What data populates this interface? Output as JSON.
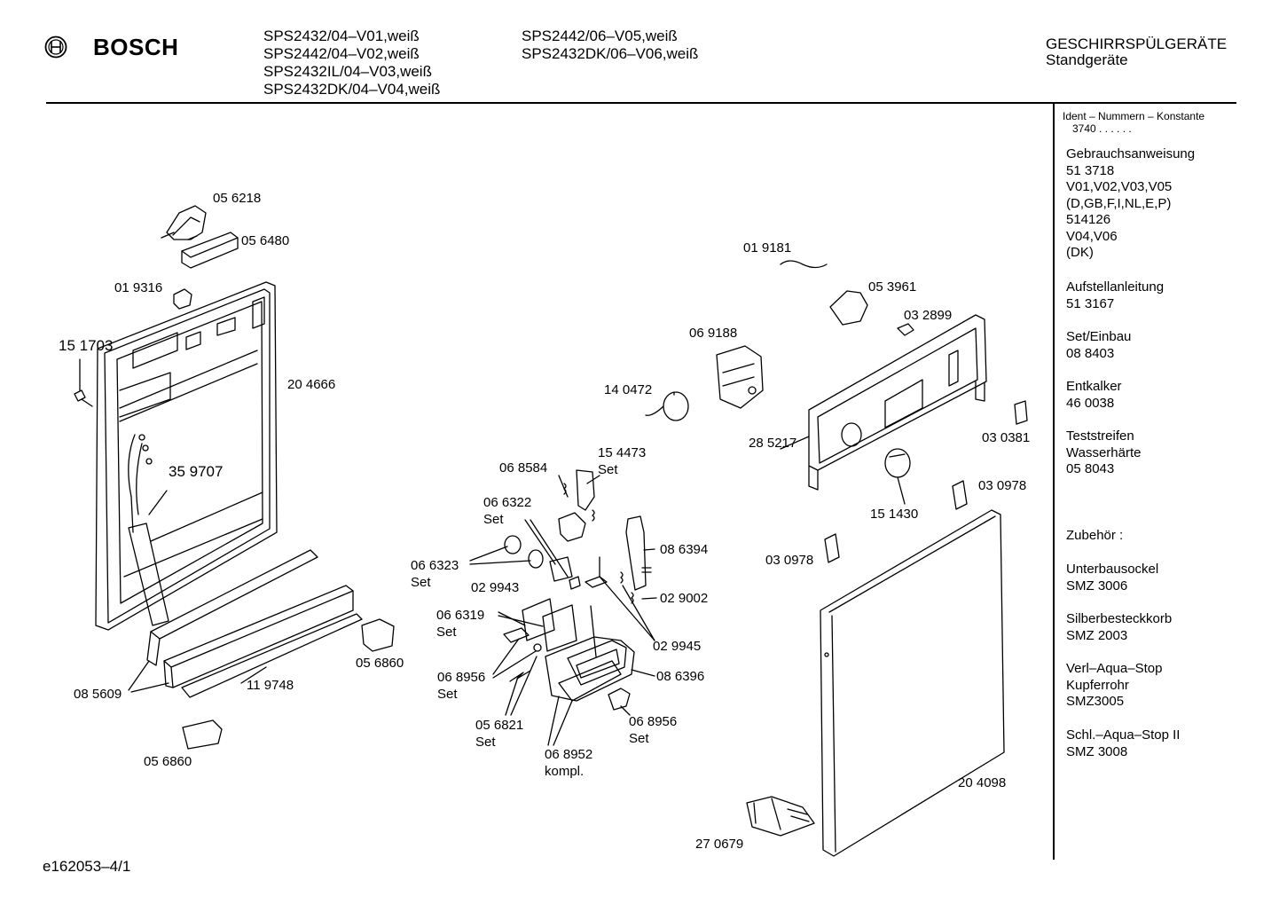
{
  "brand": {
    "name": "BOSCH",
    "logo_icon": "bosch-armature-icon"
  },
  "models": {
    "col1": [
      "SPS2432/04–V01,weiß",
      "SPS2442/04–V02,weiß",
      "SPS2432IL/04–V03,weiß",
      "SPS2432DK/04–V04,weiß"
    ],
    "col2": [
      "SPS2442/06–V05,weiß",
      "SPS2432DK/06–V06,weiß"
    ]
  },
  "category": {
    "line1": "GESCHIRRSPÜLGERÄTE",
    "line2": "Standgeräte"
  },
  "sidebar": {
    "ident_title": "Ident – Nummern – Konstante",
    "ident_value": "3740 . .  . . . .",
    "sections": [
      {
        "lines": [
          "Gebrauchsanweisung",
          "51 3718",
          "V01,V02,V03,V05",
          "(D,GB,F,I,NL,E,P)",
          "514126",
          "V04,V06",
          "(DK)"
        ]
      },
      {
        "lines": [
          "Aufstellanleitung",
          "51 3167"
        ]
      },
      {
        "lines": [
          "Set/Einbau",
          "08 8403"
        ]
      },
      {
        "lines": [
          "Entkalker",
          "46 0038"
        ]
      },
      {
        "lines": [
          "Teststreifen",
          "Wasserhärte",
          "05 8043"
        ]
      },
      {
        "lines": [
          "Zubehör :"
        ]
      },
      {
        "lines": [
          "Unterbausockel",
          "SMZ 3006"
        ]
      },
      {
        "lines": [
          "Silberbesteckkorb",
          "SMZ 2003"
        ]
      },
      {
        "lines": [
          "Verl–Aqua–Stop",
          "Kupferrohr",
          "SMZ3005"
        ]
      },
      {
        "lines": [
          "Schl.–Aqua–Stop II",
          "SMZ 3008"
        ]
      }
    ]
  },
  "parts": {
    "p056218": "05 6218",
    "p056480": "05 6480",
    "p019316": "01 9316",
    "p151703": "15 1703",
    "p204666": "20 4666",
    "p359707": "35 9707",
    "p056860a": "05 6860",
    "p085609": "08 5609",
    "p119748": "11 9748",
    "p056860b": "05 6860",
    "p019181": "01 9181",
    "p053961": "05 3961",
    "p032899": "03 2899",
    "p069188": "06 9188",
    "p140472": "14 0472",
    "p285217": "28 5217",
    "p030381": "03 0381",
    "p154473": "15 4473",
    "p154473_set": "Set",
    "p068584": "06 8584",
    "p066322": "06 6322",
    "p066322_set": "Set",
    "p066323": "06 6323",
    "p066323_set": "Set",
    "p029943": "02 9943",
    "p066319": "06 6319",
    "p066319_set": "Set",
    "p068956a": "06 8956",
    "p068956a_set": "Set",
    "p056821": "05 6821",
    "p056821_set": "Set",
    "p068952": "06 8952",
    "p068952_kompl": "kompl.",
    "p086394": "08 6394",
    "p029002": "02 9002",
    "p029945": "02 9945",
    "p086396": "08 6396",
    "p068956b": "06 8956",
    "p068956b_set": "Set",
    "p151430": "15 1430",
    "p030978a": "03 0978",
    "p030978b": "03 0978",
    "p204098": "20 4098",
    "p270679": "27 0679"
  },
  "footer": {
    "drawing_id": "e162053–4/1"
  }
}
